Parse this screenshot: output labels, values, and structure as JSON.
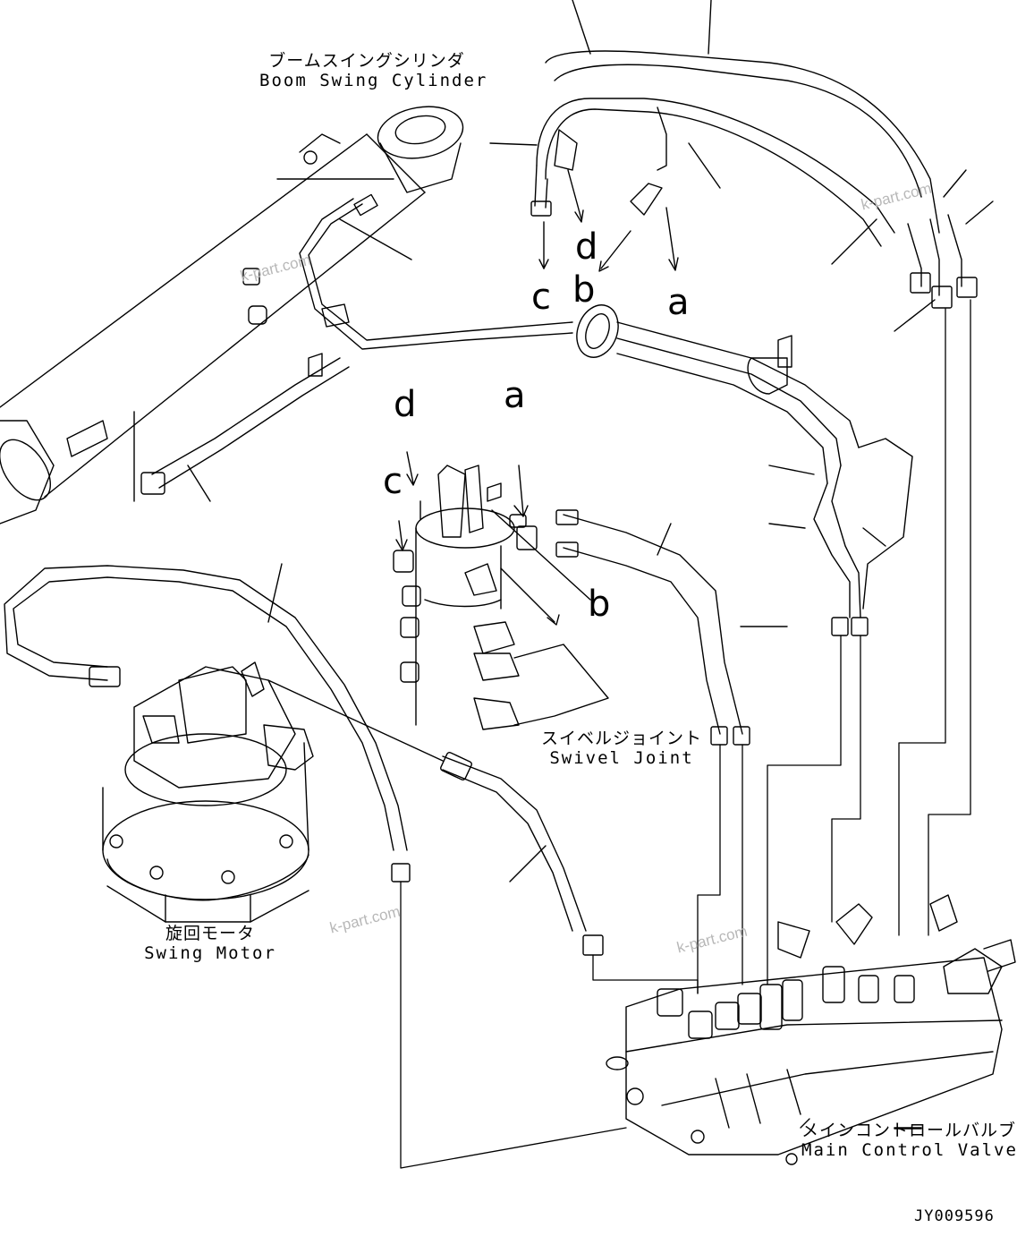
{
  "labels": {
    "boom_swing_cylinder": {
      "ja": "ブームスイングシリンダ",
      "en": "Boom Swing Cylinder"
    },
    "swivel_joint": {
      "ja": "スイベルジョイント",
      "en": "Swivel Joint"
    },
    "swing_motor": {
      "ja": "旋回モータ",
      "en": "Swing Motor"
    },
    "main_control_valve": {
      "ja": "メインコントロールバルブ",
      "en": "Main Control Valve"
    }
  },
  "connection_letters": {
    "top_c": "c",
    "top_b": "b",
    "top_d": "d",
    "top_a": "a",
    "mid_d": "d",
    "mid_a": "a",
    "mid_c": "c",
    "mid_b": "b"
  },
  "watermarks": [
    "k-part.com",
    "k-part.com",
    "k-part.com",
    "k-part.com"
  ],
  "drawing_code": "JY009596",
  "colors": {
    "line": "#000000",
    "watermark": "#b8b8b8",
    "background": "#ffffff"
  }
}
